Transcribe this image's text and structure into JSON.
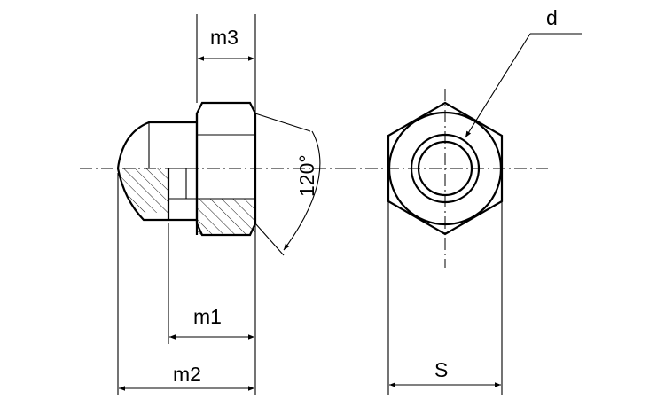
{
  "labels": {
    "m3": "m3",
    "m1": "m1",
    "m2": "m2",
    "angle": "120°",
    "s": "S",
    "d": "d"
  }
}
